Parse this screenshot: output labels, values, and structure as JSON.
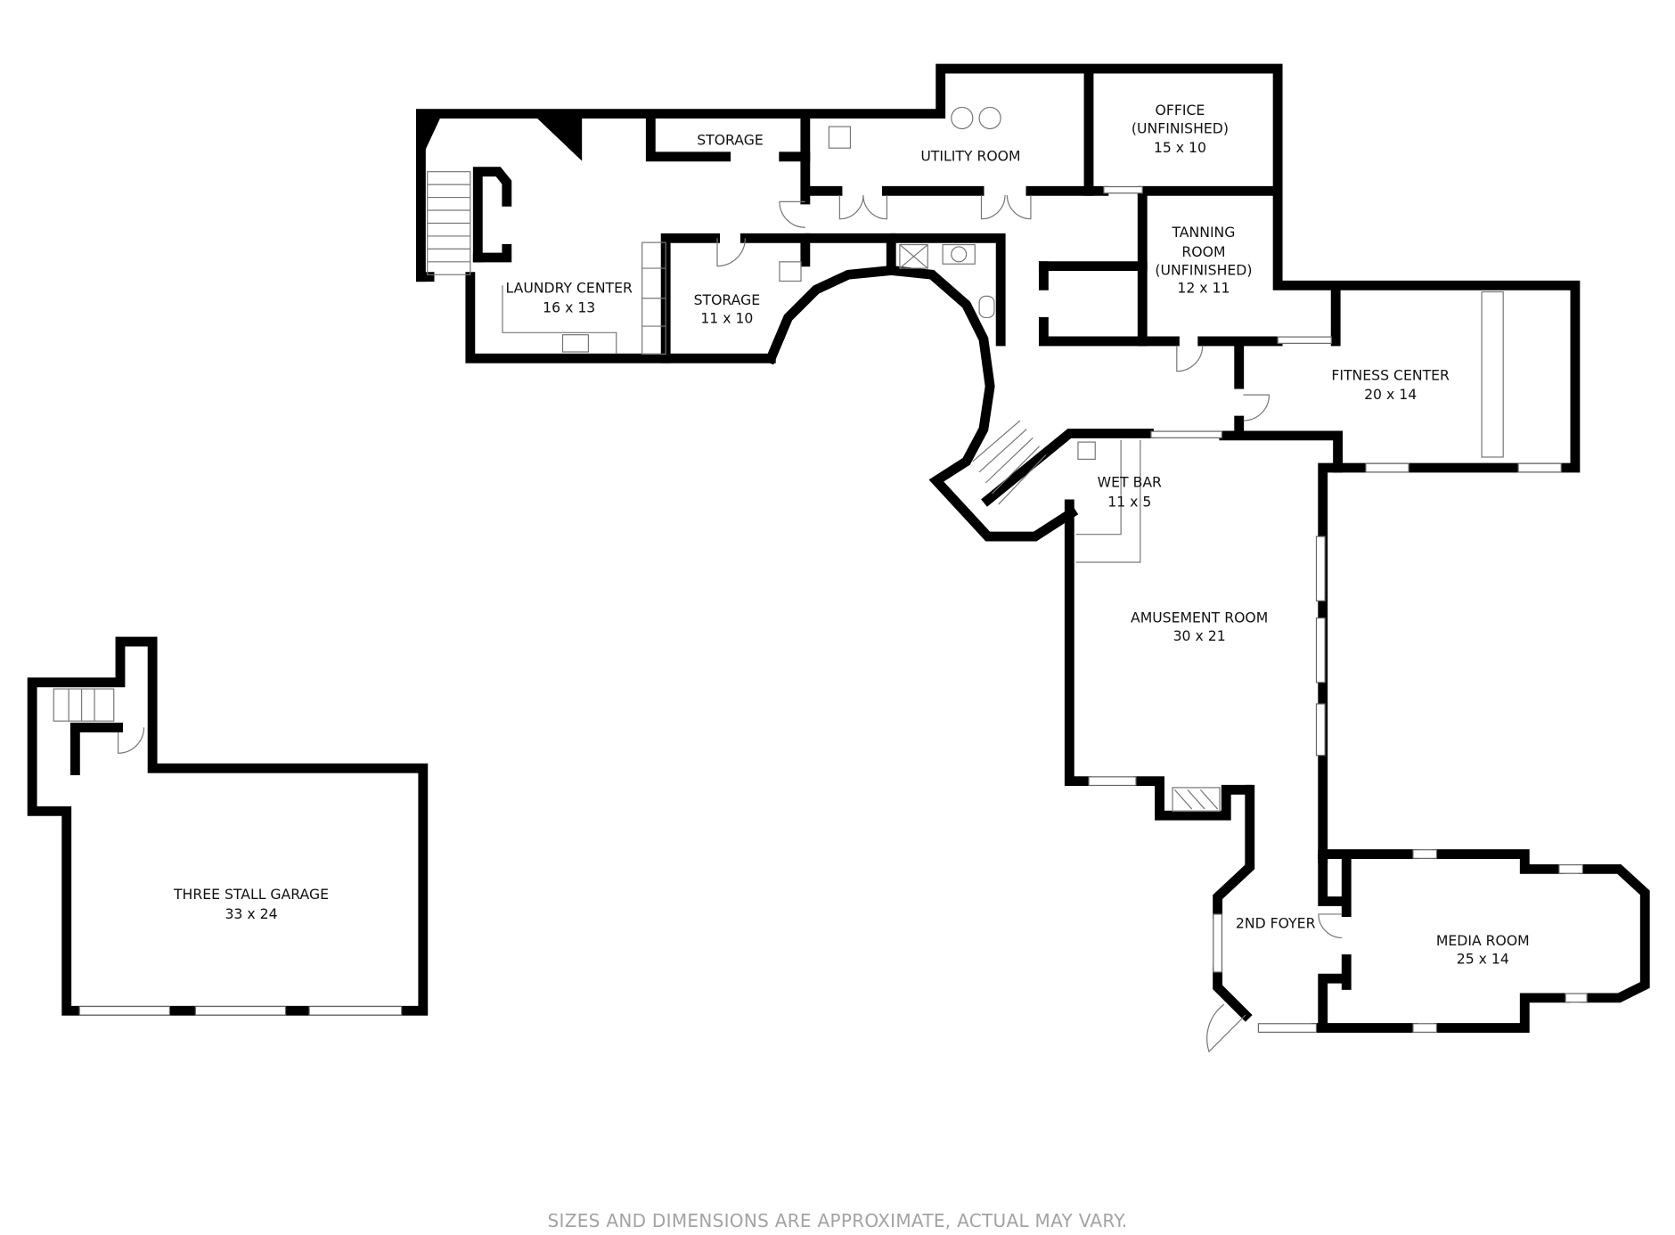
{
  "floorplan": {
    "rooms": [
      {
        "id": "storage-top",
        "name": "STORAGE",
        "dims": ""
      },
      {
        "id": "utility-room",
        "name": "UTILITY ROOM",
        "dims": ""
      },
      {
        "id": "office",
        "name": "OFFICE",
        "name2": "(UNFINISHED)",
        "dims": "15 x 10"
      },
      {
        "id": "tanning-room",
        "name": "TANNING",
        "name2": "ROOM",
        "name3": "(UNFINISHED)",
        "dims": "12 x 11"
      },
      {
        "id": "laundry-center",
        "name": "LAUNDRY CENTER",
        "dims": "16 x 13"
      },
      {
        "id": "storage",
        "name": "STORAGE",
        "dims": "11 x 10"
      },
      {
        "id": "fitness-center",
        "name": "FITNESS CENTER",
        "dims": "20 x 14"
      },
      {
        "id": "wet-bar",
        "name": "WET BAR",
        "dims": "11 x 5"
      },
      {
        "id": "amusement-room",
        "name": "AMUSEMENT ROOM",
        "dims": "30 x 21"
      },
      {
        "id": "second-foyer",
        "name": "2ND FOYER",
        "dims": ""
      },
      {
        "id": "media-room",
        "name": "MEDIA ROOM",
        "dims": "25 x 14"
      },
      {
        "id": "three-stall-garage",
        "name": "THREE STALL GARAGE",
        "dims": "33 x 24"
      }
    ],
    "colors": {
      "wall": "#000000",
      "fixture": "#777777",
      "footer_text": "#a3a3a3",
      "background": "#ffffff"
    }
  },
  "footer": {
    "disclaimer": "SIZES AND DIMENSIONS ARE APPROXIMATE, ACTUAL MAY VARY."
  }
}
